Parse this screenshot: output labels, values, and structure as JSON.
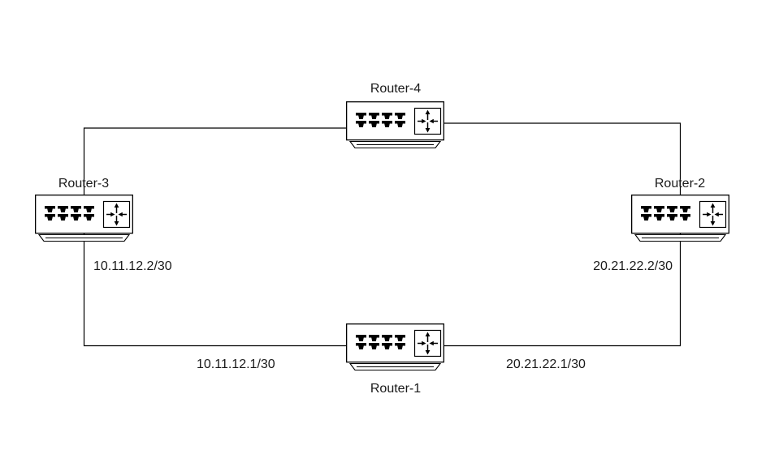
{
  "diagram": {
    "background": "#ffffff",
    "stroke_color": "#000000",
    "text_color": "#1a1a1a",
    "nodes": {
      "router4": {
        "label": "Router-4",
        "icon": "router-icon"
      },
      "router3": {
        "label": "Router-3",
        "icon": "router-icon"
      },
      "router2": {
        "label": "Router-2",
        "icon": "router-icon"
      },
      "router1": {
        "label": "Router-1",
        "icon": "router-icon"
      }
    },
    "ip_labels": {
      "r3_to_r1": "10.11.12.2/30",
      "r2_to_r1": "20.21.22.2/30",
      "r1_to_r3": "10.11.12.1/30",
      "r1_to_r2": "20.21.22.1/30"
    },
    "links": [
      {
        "from": "Router-4",
        "to": "Router-3"
      },
      {
        "from": "Router-3",
        "to": "Router-1"
      },
      {
        "from": "Router-1",
        "to": "Router-2"
      },
      {
        "from": "Router-2",
        "to": "Router-4"
      }
    ]
  }
}
